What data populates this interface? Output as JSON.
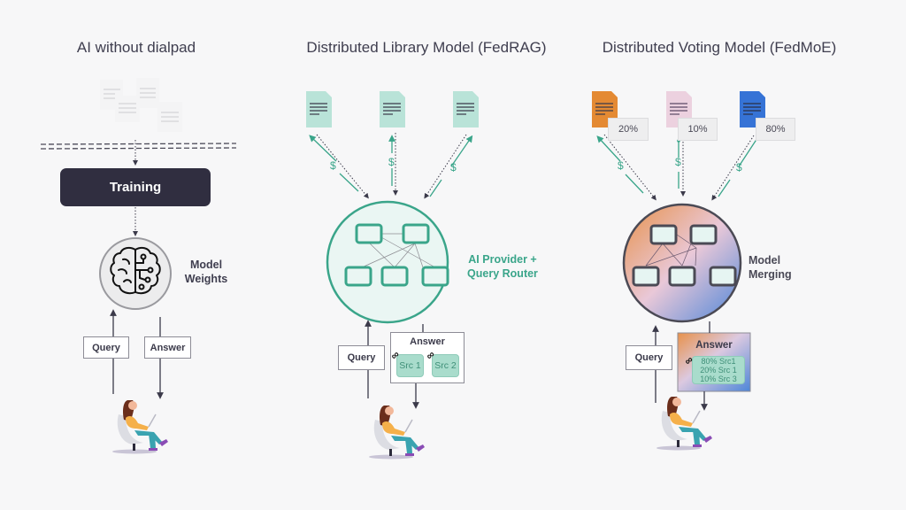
{
  "panels": [
    {
      "title": "AI without dialpad",
      "process_label": "Training",
      "node_label_line1": "Model",
      "node_label_line2": "Weights",
      "query_label": "Query",
      "answer_label": "Answer"
    },
    {
      "title": "Distributed Library Model (FedRAG)",
      "node_label_line1": "AI Provider +",
      "node_label_line2": "Query Router",
      "payment_symbol": "$",
      "query_label": "Query",
      "answer_label": "Answer",
      "sources": [
        "Src 1",
        "Src 2"
      ]
    },
    {
      "title": "Distributed Voting Model (FedMoE)",
      "node_label_line1": "Model",
      "node_label_line2": "Merging",
      "payment_symbol": "$",
      "document_weights": [
        "20%",
        "10%",
        "80%"
      ],
      "query_label": "Query",
      "answer_label": "Answer",
      "answer_sources": [
        "80% Src1",
        "20% Src 1",
        "10% Src 3"
      ]
    }
  ],
  "colors": {
    "teal_accent": "#3aa58a",
    "teal_doc": "#b9e3d8",
    "dark": "#302e40",
    "doc_orange": "#e48a33",
    "doc_pink": "#ecd1df",
    "doc_blue": "#3673d6"
  }
}
